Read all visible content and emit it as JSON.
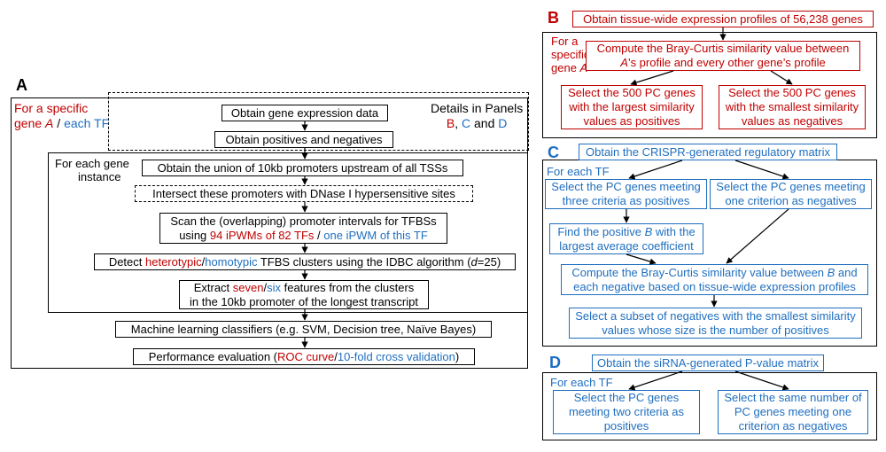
{
  "panelA": {
    "letter": "A",
    "left_label": {
      "line1_red": "For a specific",
      "line2_red": "gene ",
      "line2_gene": "A",
      "line2_sep": " / ",
      "line2_blue": "each TF"
    },
    "details": {
      "line1": "Details in Panels",
      "b": "B",
      "sep1": ", ",
      "c": "C",
      "sep2": " and ",
      "d": "D"
    },
    "obtain_expr": "Obtain gene expression data",
    "obtain_pos_neg": "Obtain positives and negatives",
    "instance_label_1": "For each gene",
    "instance_label_2": "instance",
    "union": "Obtain the union of 10kb promoters upstream of all TSSs",
    "intersect": "Intersect these promoters with DNase I hypersensitive sites",
    "scan_1": "Scan the (overlapping) promoter intervals for TFBSs",
    "scan_2_pre": "using ",
    "scan_2_red": "94 iPWMs of 82 TFs",
    "scan_2_sep": " / ",
    "scan_2_blue": "one iPWM of this TF",
    "detect_pre": "Detect ",
    "detect_red": "heterotypic",
    "detect_sep": "/",
    "detect_blue": "homotypic",
    "detect_post": " TFBS clusters using the IDBC algorithm (",
    "detect_d": "d",
    "detect_end": "=25)",
    "extract_pre": "Extract ",
    "extract_red": "seven",
    "extract_sep": "/",
    "extract_blue": "six",
    "extract_post": " features from the clusters",
    "extract_2": "in the 10kb promoter of the longest transcript",
    "ml": "Machine learning classifiers (e.g. SVM, Decision tree, Naïve Bayes)",
    "perf_pre": "Performance evaluation (",
    "perf_red": "ROC curve",
    "perf_sep": "/",
    "perf_blue": "10-fold cross validation",
    "perf_end": ")"
  },
  "panelB": {
    "letter": "B",
    "top": "Obtain tissue-wide expression profiles of 56,238 genes",
    "label_1": "For a",
    "label_2": "specific",
    "label_3_pre": "gene ",
    "label_3_gene": "A",
    "compute_1": "Compute the Bray-Curtis similarity value between",
    "compute_2_gene": "A",
    "compute_2_post": "’s profile and every other gene’s profile",
    "pos_1": "Select the 500 PC genes",
    "pos_2": "with the largest similarity",
    "pos_3": "values as positives",
    "neg_1": "Select the 500 PC genes",
    "neg_2": "with the smallest similarity",
    "neg_3": "values as negatives"
  },
  "panelC": {
    "letter": "C",
    "top": "Obtain the CRISPR-generated regulatory matrix",
    "label": "For each TF",
    "pos_1": "Select the PC genes meeting",
    "pos_2": "three criteria as positives",
    "neg_1": "Select the PC genes meeting",
    "neg_2": "one criterion as negatives",
    "find_1_pre": "Find the positive ",
    "find_1_b": "B",
    "find_1_post": " with the",
    "find_2": "largest average coefficient",
    "compute_1_pre": "Compute the Bray-Curtis similarity value between ",
    "compute_1_b": "B",
    "compute_1_post": " and",
    "compute_2": "each negative based on tissue-wide expression profiles",
    "subset_1": "Select a subset of negatives with the smallest similarity",
    "subset_2": "values whose size is the number of positives"
  },
  "panelD": {
    "letter": "D",
    "top": "Obtain the siRNA-generated P-value matrix",
    "label": "For each TF",
    "pos_1": "Select the PC genes",
    "pos_2": "meeting two criteria as",
    "pos_3": "positives",
    "neg_1": "Select the same number of",
    "neg_2": "PC genes meeting one",
    "neg_3": "criterion as negatives"
  }
}
